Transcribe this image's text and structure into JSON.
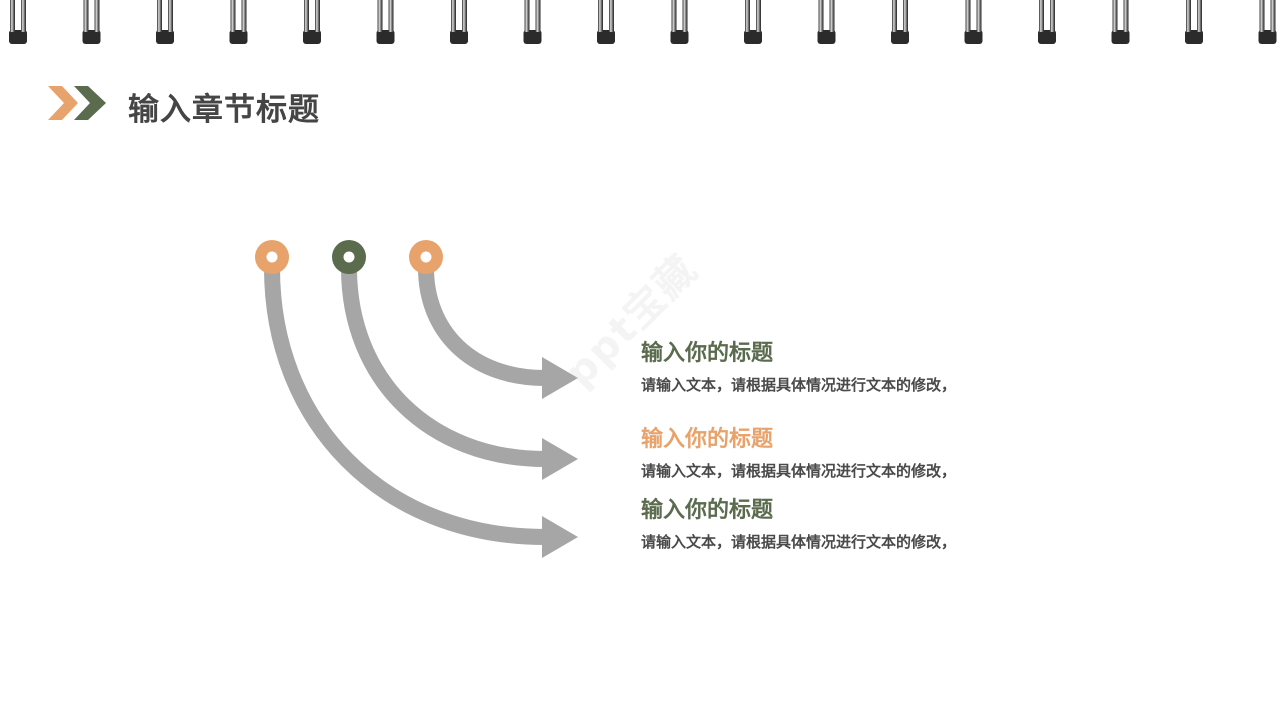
{
  "header": {
    "section_title": "输入章节标题",
    "icon": "double-chevron-right-icon"
  },
  "items": [
    {
      "title": "输入你的标题",
      "description": "请输入文本，请根据具体情况进行文本的修改，",
      "title_color": "#5a6b4e"
    },
    {
      "title": "输入你的标题",
      "description": "请输入文本，请根据具体情况进行文本的修改，",
      "title_color": "#e8a26b"
    },
    {
      "title": "输入你的标题",
      "description": "请输入文本，请根据具体情况进行文本的修改，",
      "title_color": "#5a6b4e"
    }
  ],
  "watermark": "ppt宝藏",
  "colors": {
    "orange": "#e8a26b",
    "green": "#5a6b4e",
    "arrow_gray": "#a6a6a6",
    "text_dark": "#454545"
  }
}
